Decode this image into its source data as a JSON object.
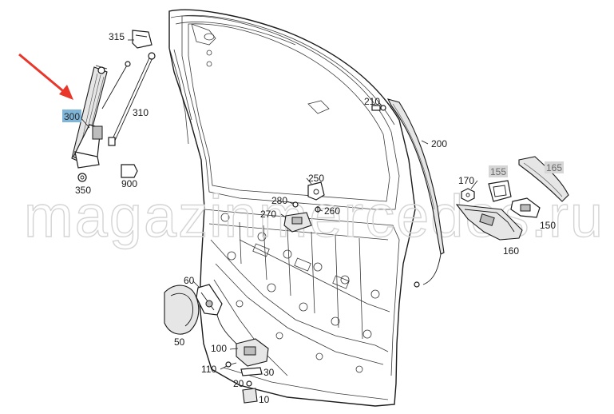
{
  "diagram": {
    "watermark": "magazinmercedes.ru",
    "colors": {
      "arrow": "#e8372a",
      "highlight_label_bg": "#7fb5d9",
      "grey_label_bg": "#d6d6d6"
    },
    "labels": {
      "p10": "10",
      "p20": "20",
      "p30": "30",
      "p50": "50",
      "p60": "60",
      "p100": "100",
      "p110": "110",
      "p150": "150",
      "p155": "155",
      "p160": "160",
      "p165": "165",
      "p170": "170",
      "p200": "200",
      "p210": "210",
      "p250": "250",
      "p260": "260",
      "p270": "270",
      "p280": "280",
      "p300": "300",
      "p310": "310",
      "p315": "315",
      "p350": "350",
      "p900": "900"
    },
    "highlighted_label": "300",
    "grey_labels": [
      "155",
      "165"
    ],
    "icons": [
      "red-arrow-icon"
    ]
  }
}
